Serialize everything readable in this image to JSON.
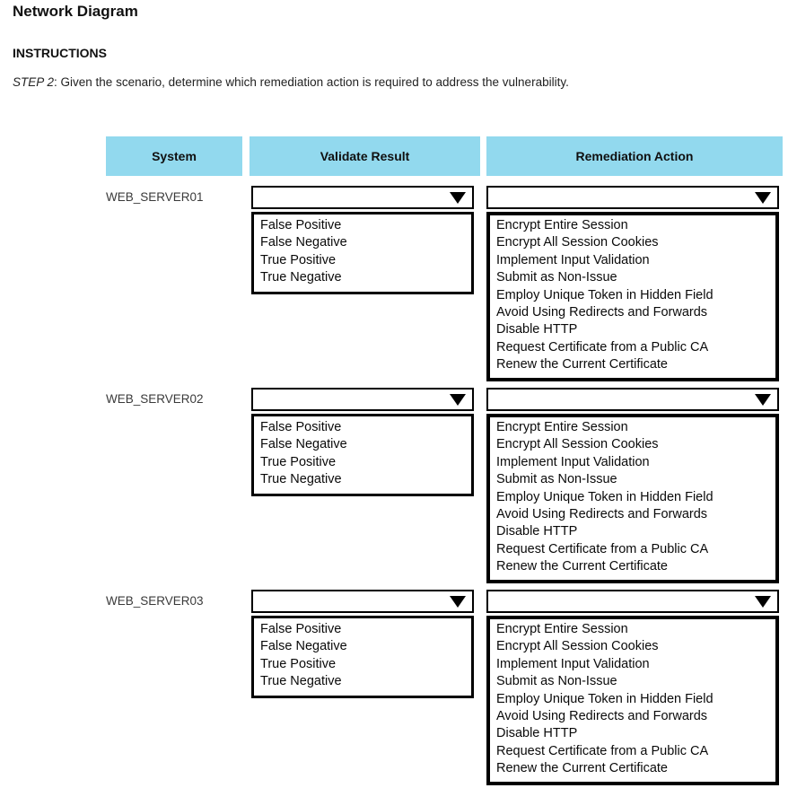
{
  "page": {
    "title": "Network Diagram",
    "instructions_heading": "INSTRUCTIONS",
    "step_label": "STEP 2",
    "step_text": ": Given the scenario, determine which remediation action is required to address the vulnerability."
  },
  "colors": {
    "header_bg": "#92d9ee",
    "border": "#000000",
    "system_label_text": "#3a3a3a"
  },
  "icons": {
    "dropdown_arrow": "chevron-down-triangle"
  },
  "table": {
    "headers": [
      "System",
      "Validate Result",
      "Remediation Action"
    ],
    "validate_options": [
      "False Positive",
      "False Negative",
      "True Positive",
      "True Negative"
    ],
    "remediation_options": [
      "Encrypt Entire Session",
      "Encrypt All Session Cookies",
      "Implement Input Validation",
      "Submit as Non-Issue",
      "Employ Unique Token in Hidden Field",
      "Avoid Using Redirects and Forwards",
      "Disable HTTP",
      "Request Certificate from a Public CA",
      "Renew the Current Certificate"
    ],
    "rows": [
      {
        "system": "WEB_SERVER01",
        "validate_value": "",
        "remediation_value": ""
      },
      {
        "system": "WEB_SERVER02",
        "validate_value": "",
        "remediation_value": ""
      },
      {
        "system": "WEB_SERVER03",
        "validate_value": "",
        "remediation_value": ""
      }
    ]
  }
}
